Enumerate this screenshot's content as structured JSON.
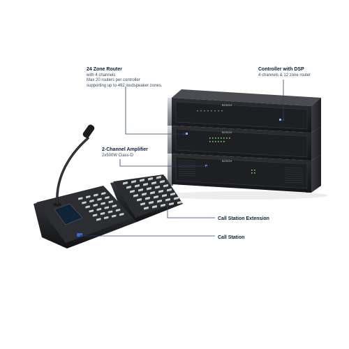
{
  "callouts": {
    "router": {
      "title": "24 Zone Router",
      "lines": [
        "with 4 channels",
        "Max 20 routers per controller",
        "supporting up to 492 loudspeaker zones."
      ]
    },
    "controller": {
      "title": "Controller with DSP",
      "lines": [
        "4 channels & 12 zone router"
      ]
    },
    "amplifier": {
      "title": "2-Channel Amplifier",
      "lines": [
        "2x500W Class-D"
      ]
    },
    "extension": {
      "title": "Call Station Extension"
    },
    "station": {
      "title": "Call Station"
    }
  },
  "brand": "BOSCH",
  "colors": {
    "accent_line": "#2b3f66",
    "device_body": "#2a2c30",
    "device_front": "#1a1b1e",
    "silver_trim": "#9a9da3",
    "led_green": "#7fd16f",
    "led_blue": "#7fb6ff"
  }
}
